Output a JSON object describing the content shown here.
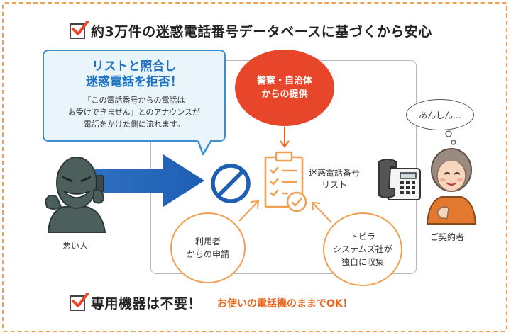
{
  "headline_top": "約3万件の迷惑電話番号データベースに基づくから安心",
  "bubble": {
    "title_line1": "リストと照合し",
    "title_line2": "迷惑電話を拒否！",
    "body_line1": "「この電話番号からの電話は",
    "body_line2": "お受けできません」とのアナウンスが",
    "body_line3": "電話をかけた側に流れます。"
  },
  "police": {
    "line1": "警察・自治体",
    "line2": "からの提供"
  },
  "list_label": {
    "line1": "迷惑電話番号",
    "line2": "リスト"
  },
  "user_request": {
    "line1": "利用者",
    "line2": "からの申請"
  },
  "tobila": {
    "line1": "トビラ",
    "line2": "システムズ社が",
    "line3": "独自に収集"
  },
  "bad_person": "悪い人",
  "customer": "ご契約者",
  "thought": "あんしん…",
  "headline_bottom": "専用機器は不要！",
  "headline_bottom_sub": "お使いの電話機のままでOK！",
  "colors": {
    "frame": "#f0a050",
    "blue": "#1d72c2",
    "red": "#e8462b",
    "orange_text": "#e8641b"
  }
}
